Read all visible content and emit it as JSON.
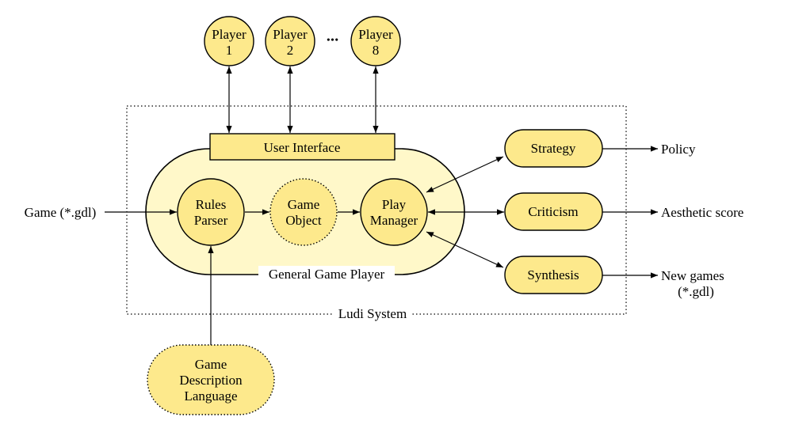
{
  "diagram": {
    "colors": {
      "node_fill": "#fde98c",
      "container_fill": "#fff8c9",
      "stroke": "#000000",
      "background": "#ffffff"
    },
    "players": [
      {
        "line1": "Player",
        "line2": "1"
      },
      {
        "line1": "Player",
        "line2": "2"
      },
      {
        "line1": "Player",
        "line2": "8"
      }
    ],
    "ellipsis": "•••",
    "user_interface": "User Interface",
    "general_game_player": "General Game Player",
    "ludi_system": "Ludi System",
    "rules_parser": {
      "line1": "Rules",
      "line2": "Parser"
    },
    "game_object": {
      "line1": "Game",
      "line2": "Object"
    },
    "play_manager": {
      "line1": "Play",
      "line2": "Manager"
    },
    "strategy": "Strategy",
    "criticism": "Criticism",
    "synthesis": "Synthesis",
    "policy": "Policy",
    "aesthetic_score": "Aesthetic score",
    "new_games": {
      "line1": "New games",
      "line2": "(*.gdl)"
    },
    "game_input": "Game (*.gdl)",
    "gdl": {
      "line1": "Game",
      "line2": "Description",
      "line3": "Language"
    }
  }
}
